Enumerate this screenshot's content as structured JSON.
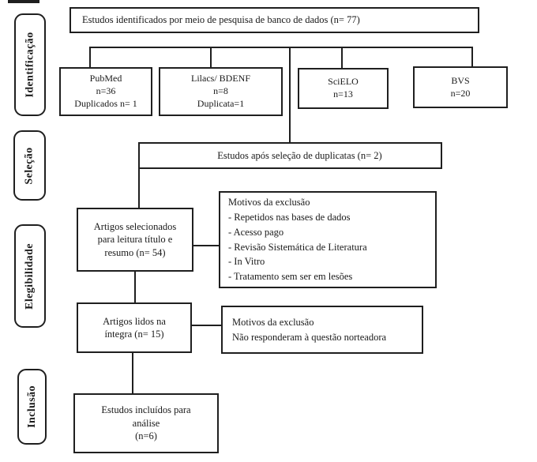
{
  "diagram_title": "PRISMA flow diagram (Portuguese)",
  "colors": {
    "line": "#1f1f1f",
    "background": "#ffffff"
  },
  "stages": {
    "identification": "Identificação",
    "screening": "Seleção",
    "eligibility": "Elegibilidade",
    "inclusion": "Inclusão"
  },
  "boxes": {
    "identified": {
      "text": "Estudos identificados por meio de pesquisa de banco de dados (n= 77)"
    },
    "pubmed": {
      "lines": [
        "PubMed",
        "n=36",
        "Duplicados n= 1"
      ]
    },
    "lilacs": {
      "lines": [
        "Lilacs/ BDENF",
        "n=8",
        "Duplicata=1"
      ]
    },
    "scielo": {
      "lines": [
        "SciELO",
        "n=13"
      ]
    },
    "bvs": {
      "lines": [
        "BVS",
        "n=20"
      ]
    },
    "after_duplicates": {
      "text": "Estudos após seleção de duplicatas (n= 2)"
    },
    "selected_title_abstract": {
      "lines": [
        "Artigos selecionados",
        "para leitura título e",
        "resumo (n= 54)"
      ]
    },
    "exclusion_reasons_title_abstract": {
      "lines": [
        "Motivos da exclusão",
        "- Repetidos nas bases de dados",
        "- Acesso pago",
        "- Revisão Sistemática de Literatura",
        "- In Vitro",
        "- Tratamento sem ser em lesões"
      ]
    },
    "read_full_text": {
      "lines": [
        "Artigos lidos na",
        "íntegra (n= 15)"
      ]
    },
    "exclusion_reasons_full_text": {
      "lines": [
        "Motivos da exclusão",
        "Não responderam à questão norteadora"
      ]
    },
    "included": {
      "lines": [
        "Estudos incluídos para",
        "análise",
        "(n=6)"
      ]
    }
  }
}
